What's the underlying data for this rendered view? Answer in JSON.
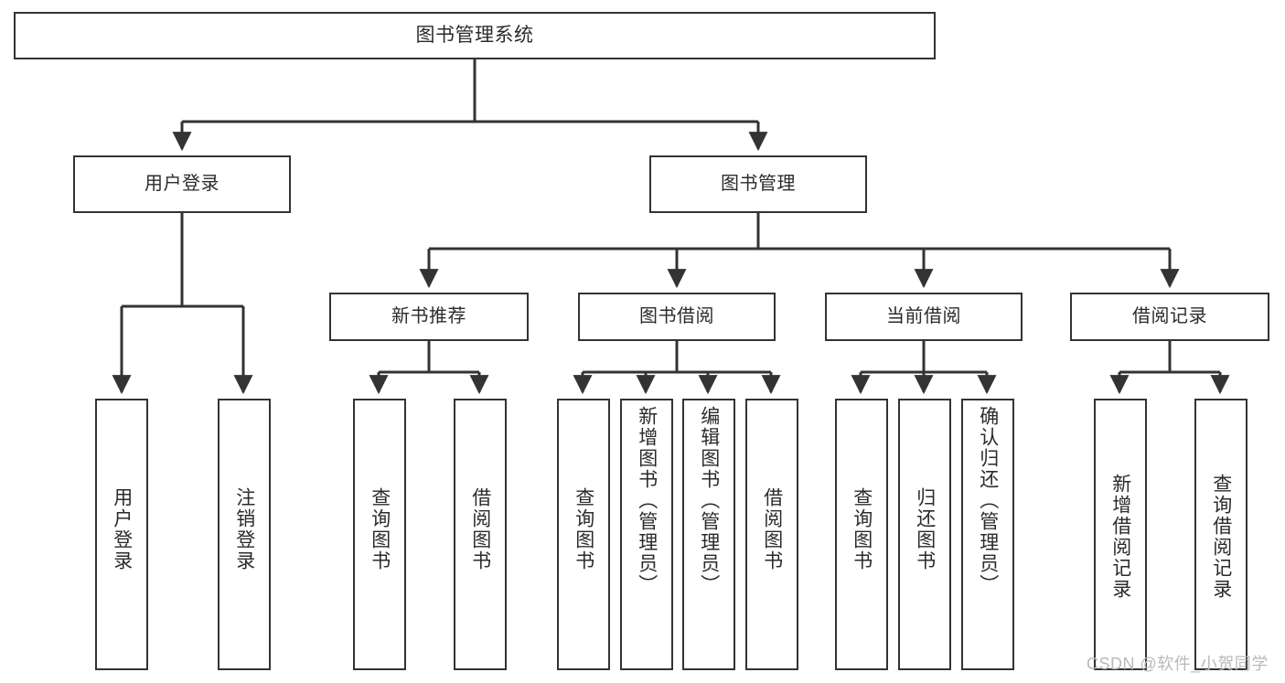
{
  "diagram": {
    "title": "图书管理系统",
    "watermark": "CSDN @软件_小贺同学",
    "line_color": "#333333",
    "box_fill": "#ffffff",
    "text_color": "#2b2b2b"
  },
  "nodes": {
    "root": {
      "label": "图书管理系统"
    },
    "level2": [
      {
        "label": "用户登录"
      },
      {
        "label": "图书管理"
      }
    ],
    "level3": [
      {
        "label": "新书推荐"
      },
      {
        "label": "图书借阅"
      },
      {
        "label": "当前借阅"
      },
      {
        "label": "借阅记录"
      }
    ],
    "leaves": [
      {
        "label": "用户登录"
      },
      {
        "label": "注销登录"
      },
      {
        "label": "查询图书"
      },
      {
        "label": "借阅图书"
      },
      {
        "label": "查询图书"
      },
      {
        "label": "新增图书（管理员）"
      },
      {
        "label": "编辑图书（管理员）"
      },
      {
        "label": "借阅图书"
      },
      {
        "label": "查询图书"
      },
      {
        "label": "归还图书"
      },
      {
        "label": "确认归还（管理员）"
      },
      {
        "label": "新增借阅记录"
      },
      {
        "label": "查询借阅记录"
      }
    ]
  }
}
